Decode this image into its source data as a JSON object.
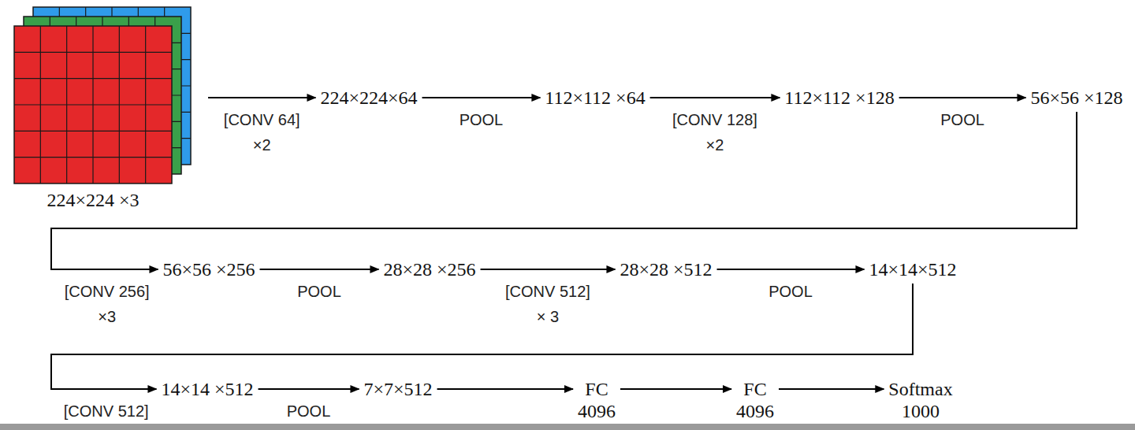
{
  "diagram": {
    "nodes": [
      {
        "text": [
          "224×224 ×3"
        ]
      },
      {
        "text": [
          "224×224×64"
        ]
      },
      {
        "text": [
          "112×112 ×64"
        ]
      },
      {
        "text": [
          "112×112 ×128"
        ]
      },
      {
        "text": [
          "56×56 ×128"
        ]
      },
      {
        "text": [
          "56×56 ×256"
        ]
      },
      {
        "text": [
          "28×28 ×256"
        ]
      },
      {
        "text": [
          "28×28 ×512"
        ]
      },
      {
        "text": [
          "14×14×512"
        ]
      },
      {
        "text": [
          "14×14 ×512"
        ]
      },
      {
        "text": [
          "7×7×512"
        ]
      },
      {
        "text": [
          "FC",
          "4096"
        ]
      },
      {
        "text": [
          "FC",
          "4096"
        ]
      },
      {
        "text": [
          "Softmax",
          "1000"
        ]
      }
    ],
    "edges": [
      {
        "from": 0,
        "to": 1,
        "arrow": "to",
        "label": "[CONV 64] ×2"
      },
      {
        "from": 1,
        "to": 2,
        "arrow": "to",
        "label": "POOL"
      },
      {
        "from": 2,
        "to": 3,
        "arrow": "to",
        "label": "[CONV 128] ×2"
      },
      {
        "from": 3,
        "to": 4,
        "arrow": "to",
        "label": "POOL"
      },
      {
        "from": 4,
        "to": 5,
        "arrow": "to",
        "label": "[CONV 256] ×3"
      },
      {
        "from": 5,
        "to": 6,
        "arrow": "to",
        "label": "POOL"
      },
      {
        "from": 6,
        "to": 7,
        "arrow": "to",
        "label": "[CONV 512] × 3"
      },
      {
        "from": 7,
        "to": 8,
        "arrow": "to",
        "label": "POOL"
      },
      {
        "from": 8,
        "to": 9,
        "arrow": "to",
        "label": "[CONV 512]"
      },
      {
        "from": 9,
        "to": 10,
        "arrow": "to",
        "label": "POOL"
      },
      {
        "from": 10,
        "to": 11,
        "arrow": "to"
      },
      {
        "from": 11,
        "to": 12,
        "arrow": "to"
      },
      {
        "from": 12,
        "to": 13,
        "arrow": "to"
      }
    ]
  }
}
